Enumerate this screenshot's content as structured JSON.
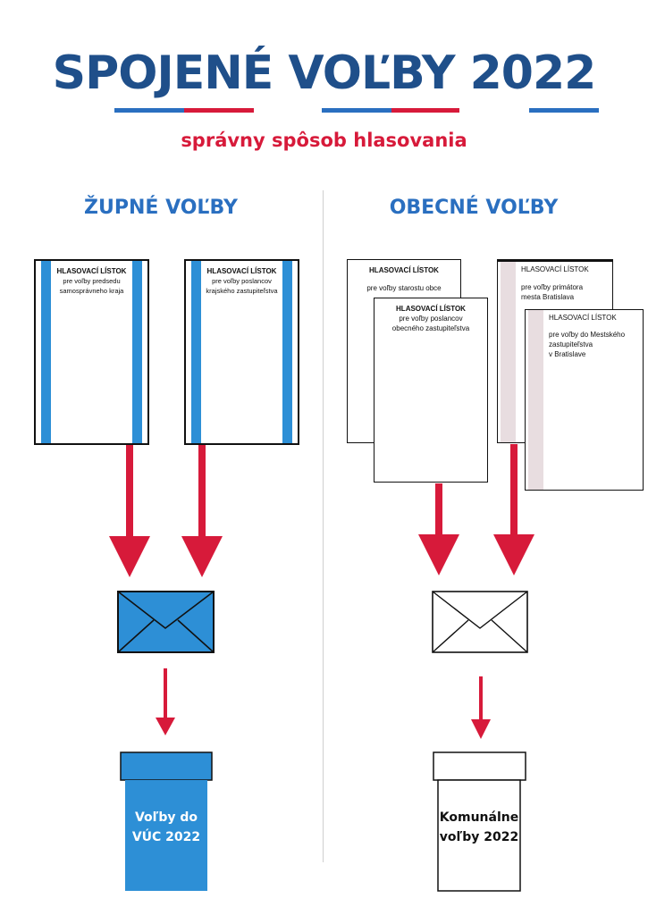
{
  "title": "SPOJENÉ VOĽBY 2022",
  "subtitle": "správny spôsob hlasovania",
  "left_section": {
    "heading": "ŽUPNÉ VOĽBY",
    "ballot1": {
      "header": "HLASOVACÍ LÍSTOK",
      "line1": "pre voľby predsedu",
      "line2": "samosprávneho kraja"
    },
    "ballot2": {
      "header": "HLASOVACÍ LÍSTOK",
      "line1": "pre voľby poslancov",
      "line2": "krajského zastupiteľstva"
    },
    "box_line1": "Voľby do",
    "box_line2": "VÚC 2022"
  },
  "right_section": {
    "heading": "OBECNÉ VOĽBY",
    "ballot_a": {
      "header": "HLASOVACÍ LÍSTOK",
      "line1": "pre voľby starostu obce"
    },
    "ballot_b": {
      "header": "HLASOVACÍ LÍSTOK",
      "line1": "pre voľby poslancov",
      "line2": "obecného zastupiteľstva"
    },
    "ballot_c": {
      "header": "HLASOVACÍ LÍSTOK",
      "line1": "pre voľby primátora",
      "line2": "mesta Bratislava"
    },
    "ballot_d": {
      "header": "HLASOVACÍ LÍSTOK",
      "line1": "pre voľby do Mestského",
      "line2": "zastupiteľstva",
      "line3": "v Bratislave"
    },
    "box_line1": "Komunálne",
    "box_line2": "voľby 2022"
  },
  "colors": {
    "navy": "#1f4f8a",
    "red": "#d71a3a",
    "blue": "#2d8fd6",
    "section_blue": "#2a6fc0"
  }
}
